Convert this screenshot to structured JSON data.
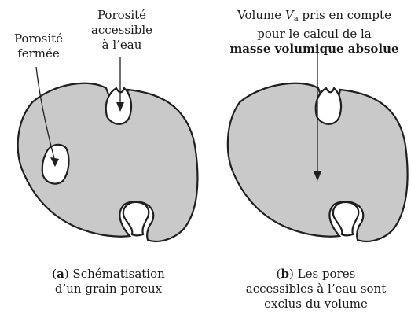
{
  "left": {
    "label_closed_line1": "Porosité",
    "label_closed_line2": "fermée",
    "label_open_line1": "Porosité",
    "label_open_line2": "accessible",
    "label_open_line3": "à l’eau",
    "caption_letter": "a",
    "caption_line1_rest": " Schématisation",
    "caption_line2": "d’un grain poreux"
  },
  "right": {
    "label_line1_pre": "Volume ",
    "label_line1_var": "V",
    "label_line1_sub": "a",
    "label_line1_post": " pris en compte",
    "label_line2": "pour le calcul de la",
    "label_line3": "masse volumique absolue",
    "caption_letter": "b",
    "caption_line1_rest": " Les pores",
    "caption_line2": "accessibles à l’eau sont",
    "caption_line3": "exclus du volume"
  },
  "colors": {
    "grain_fill": "#c9c9c9",
    "outline": "#1f1f1f",
    "pore_fill": "#ffffff"
  }
}
